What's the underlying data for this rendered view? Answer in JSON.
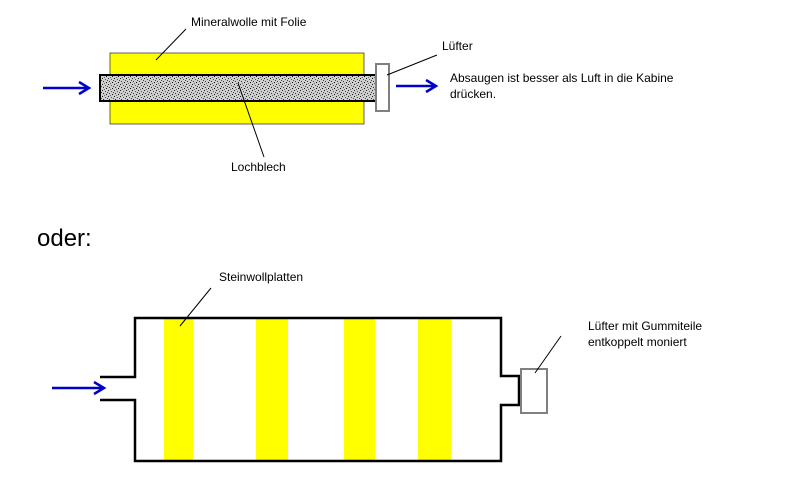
{
  "diagram1": {
    "label_insulation": "Mineralwolle mit Folie",
    "label_fan": "Lüfter",
    "note_line1": "Absaugen ist besser als Luft in die Kabine",
    "note_line2": "drücken.",
    "label_sheet": "Lochblech"
  },
  "separator": "oder:",
  "diagram2": {
    "label_plates": "Steinwollplatten",
    "label_fan_line1": "Lüfter mit Gummiteile",
    "label_fan_line2": "entkoppelt moniert"
  },
  "colors": {
    "insulation": "#ffff00",
    "arrow": "#0000cc",
    "fan": "#808080",
    "outline": "#000000"
  }
}
